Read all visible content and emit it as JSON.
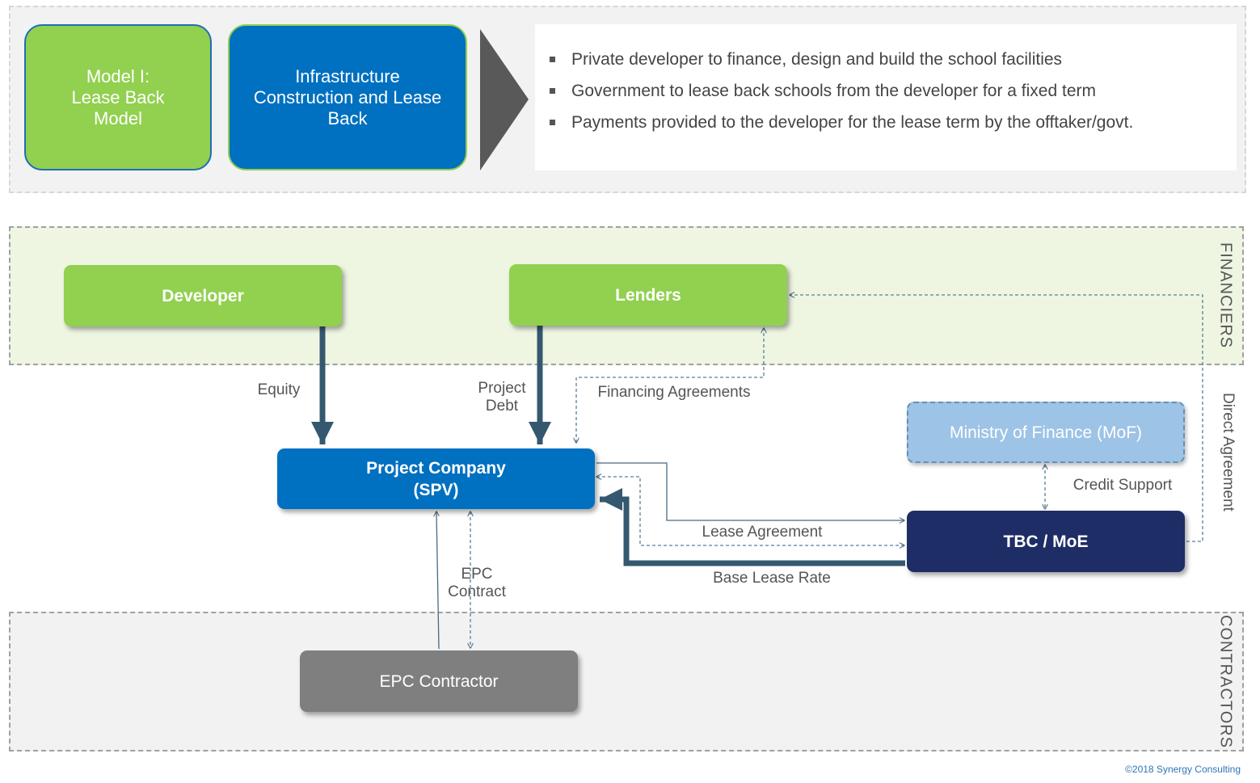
{
  "header": {
    "model_title": "Model I:\nLease Back\nModel",
    "model_subtitle": "Infrastructure\nConstruction and Lease\nBack",
    "bullets": [
      "Private developer to finance, design and build the school facilities",
      "Government to lease back schools from the developer for a fixed term",
      "Payments provided to the developer for the lease term by the offtaker/govt."
    ]
  },
  "zones": {
    "financiers": "FINANCIERS",
    "contractors": "CONTRACTORS"
  },
  "entities": {
    "developer": "Developer",
    "lenders": "Lenders",
    "project_company": "Project Company\n(SPV)",
    "ministry_of_finance": "Ministry of Finance (MoF)",
    "tbc_moe": "TBC / MoE",
    "epc_contractor": "EPC Contractor"
  },
  "relations": {
    "equity": "Equity",
    "project_debt": "Project\nDebt",
    "financing_agreements": "Financing Agreements",
    "direct_agreement": "Direct Agreement",
    "credit_support": "Credit Support",
    "lease_agreement": "Lease Agreement",
    "base_lease_rate": "Base Lease Rate",
    "epc_contract": "EPC\nContract"
  },
  "colors": {
    "green": "#92d050",
    "blue": "#0070c0",
    "navy": "#1f2d66",
    "light_blue": "#9dc3e6",
    "grey": "#7f7f7f",
    "arrow": "#34586f"
  },
  "footer": "©2018 Synergy Consulting"
}
